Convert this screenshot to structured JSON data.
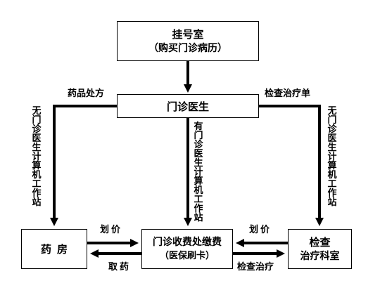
{
  "nodes": {
    "registration": {
      "title": "挂号室",
      "subtitle": "（购买门诊病历）"
    },
    "doctor": {
      "title": "门诊医生"
    },
    "pharmacy": {
      "title": "药房"
    },
    "cashier": {
      "title": "门诊收费处缴费",
      "subtitle": "（医保刷卡）"
    },
    "exam": {
      "title": "检查",
      "subtitle": "治疗科室"
    }
  },
  "edge_labels": {
    "prescription": "药品处方",
    "exam_order": "检查治疗单",
    "price_left": "划价",
    "take_drug": "取药",
    "price_right": "划价",
    "exam_treat": "检查治疗",
    "vertical_left": "无门诊医生计算机工作站",
    "vertical_center": "有门诊医生计算机工作站",
    "vertical_right": "无门诊医生计算机工作站"
  },
  "colors": {
    "line": "#000000",
    "box_border": "#000000",
    "background": "#ffffff"
  }
}
